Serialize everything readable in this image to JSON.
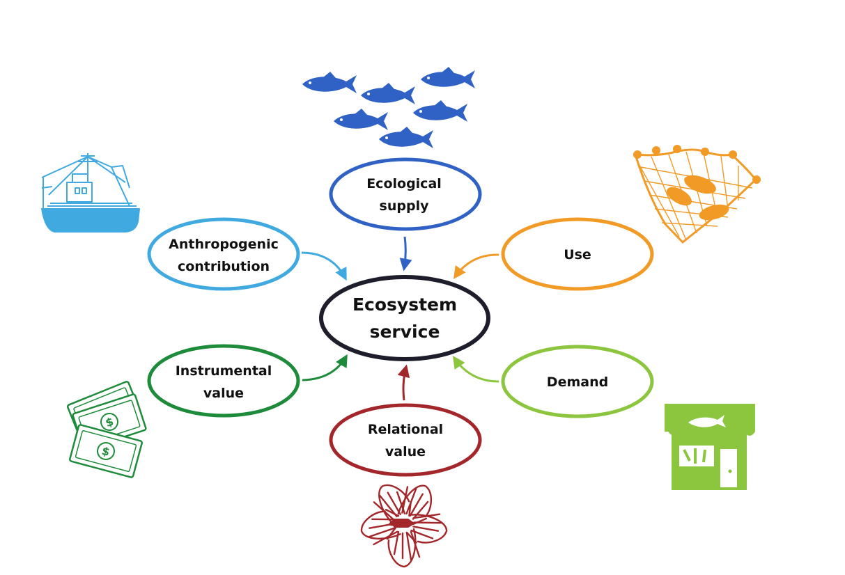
{
  "center": {
    "line1": "Ecosystem",
    "line2": "service",
    "color": "#1d1d2b"
  },
  "nodes": {
    "ecological_supply": {
      "line1": "Ecological",
      "line2": "supply",
      "color": "#2f62c4"
    },
    "use": {
      "line1": "Use",
      "color": "#f29a26"
    },
    "demand": {
      "line1": "Demand",
      "color": "#8cc63f"
    },
    "relational_value": {
      "line1": "Relational",
      "line2": "value",
      "color": "#a3262a"
    },
    "instrumental_value": {
      "line1": "Instrumental",
      "line2": "value",
      "color": "#1e8b3a"
    },
    "anthropogenic_contribution": {
      "line1": "Anthropogenic",
      "line2": "contribution",
      "color": "#3fa9e0"
    }
  },
  "icons": [
    "fish-school-icon",
    "fishing-net-icon",
    "fish-market-icon",
    "hands-sharing-fish-icon",
    "money-bills-icon",
    "fishing-boat-icon"
  ]
}
